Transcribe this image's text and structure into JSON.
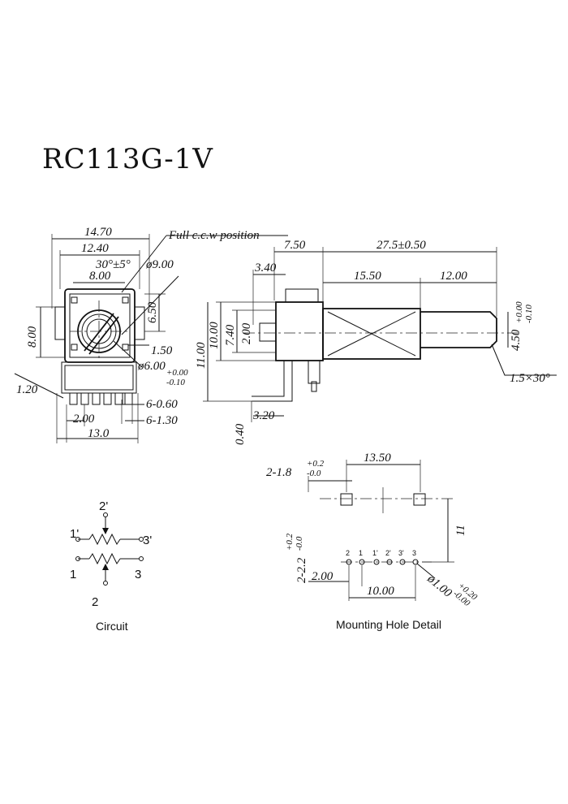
{
  "title": "RC113G-1V",
  "front": {
    "dims": [
      "14.70",
      "12.40",
      "8.00",
      "6.50",
      "8.00",
      "1.20",
      "2.00",
      "13.0",
      "6-0.60",
      "6-1.30",
      "1.50"
    ],
    "angle": "30°±5°",
    "dia_top": "ø9.00",
    "dia_shaft": "ø6.00",
    "dia_shaft_tol_up": "+0.00",
    "dia_shaft_tol_dn": "-0.10",
    "note": "Full c.c.w position"
  },
  "side": {
    "dims": [
      "7.50",
      "27.5±0.50",
      "3.40",
      "15.50",
      "12.00",
      "10.00",
      "7.40",
      "2.00",
      "11.00",
      "3.20",
      "0.40"
    ],
    "shaft_dia": "4.50",
    "shaft_tol_up": "+0.00",
    "shaft_tol_dn": "-0.10",
    "chamfer": "1.5×30°"
  },
  "mount": {
    "dims": [
      "13.50",
      "11",
      "2.00",
      "10.00"
    ],
    "slot_label": "2-1.8",
    "slot_tol_up": "+0.2",
    "slot_tol_dn": "-0.0",
    "slot2_label": "2-2.2",
    "hole_label": "ø1.00",
    "hole_tol_up": "+0.20",
    "hole_tol_dn": "-0.00",
    "pins": [
      "2",
      "1",
      "1'",
      "2'",
      "3'",
      "3"
    ],
    "caption": "Mounting Hole Detail"
  },
  "circuit": {
    "labels": [
      "2'",
      "1'",
      "3'",
      "1",
      "3",
      "2"
    ],
    "caption": "Circuit"
  }
}
